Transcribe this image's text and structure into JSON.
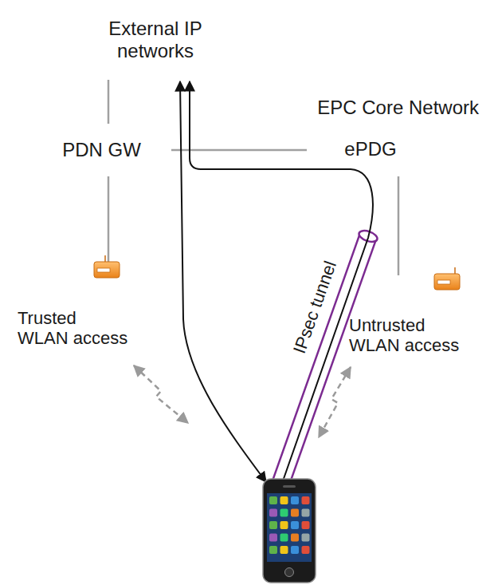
{
  "diagram": {
    "nodes": [
      {
        "text": [
          "External IP networks"
        ]
      },
      {
        "text": [
          "EPC Core Network"
        ]
      },
      {
        "text": [
          "PDN GW"
        ],
        "in": 1
      },
      {
        "text": [
          "ePDG"
        ],
        "in": 1
      },
      {
        "text": [
          "Trusted WLAN access"
        ]
      },
      {
        "text": [
          "Untrusted WLAN access"
        ]
      }
    ],
    "edges": [
      {
        "from": 2,
        "to": 0,
        "arrow": "none"
      },
      {
        "from": 2,
        "to": 3,
        "arrow": "none"
      },
      {
        "from": 2,
        "to": 4,
        "arrow": "none"
      },
      {
        "from": 3,
        "to": 5,
        "arrow": "none"
      }
    ],
    "labels": [
      "IPsec tunnel"
    ]
  }
}
